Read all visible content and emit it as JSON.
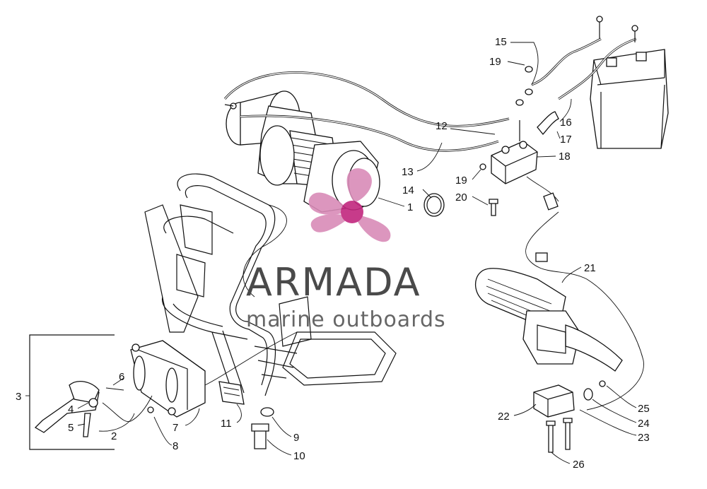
{
  "diagram": {
    "callouts": [
      {
        "id": "c1",
        "text": "1"
      },
      {
        "id": "c2",
        "text": "2"
      },
      {
        "id": "c3",
        "text": "3"
      },
      {
        "id": "c4",
        "text": "4"
      },
      {
        "id": "c5",
        "text": "5"
      },
      {
        "id": "c6",
        "text": "6"
      },
      {
        "id": "c7",
        "text": "7"
      },
      {
        "id": "c8",
        "text": "8"
      },
      {
        "id": "c9",
        "text": "9"
      },
      {
        "id": "c10",
        "text": "10"
      },
      {
        "id": "c11",
        "text": "11"
      },
      {
        "id": "c12",
        "text": "12"
      },
      {
        "id": "c13",
        "text": "13"
      },
      {
        "id": "c14",
        "text": "14"
      },
      {
        "id": "c15",
        "text": "15"
      },
      {
        "id": "c16",
        "text": "16"
      },
      {
        "id": "c17",
        "text": "17"
      },
      {
        "id": "c18",
        "text": "18"
      },
      {
        "id": "c19a",
        "text": "19"
      },
      {
        "id": "c19b",
        "text": "19"
      },
      {
        "id": "c20",
        "text": "20"
      },
      {
        "id": "c21",
        "text": "21"
      },
      {
        "id": "c22",
        "text": "22"
      },
      {
        "id": "c23",
        "text": "23"
      },
      {
        "id": "c24",
        "text": "24"
      },
      {
        "id": "c25",
        "text": "25"
      },
      {
        "id": "c26",
        "text": "26"
      }
    ]
  },
  "watermark": {
    "title": "ARMADA",
    "subtitle": "marine outboards",
    "logo_color": "#d98bb8",
    "logo_center_color": "#c2267e"
  }
}
